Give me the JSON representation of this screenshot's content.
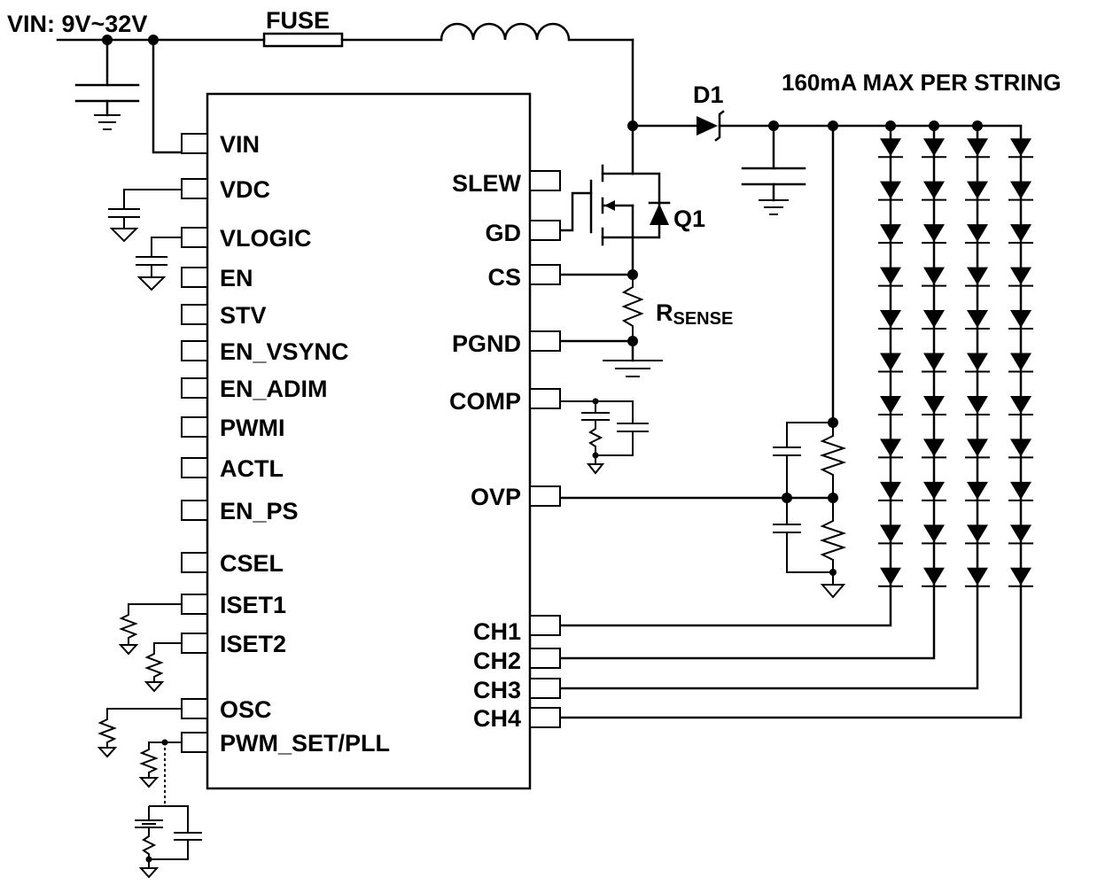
{
  "supply_label": "VIN: 9V~32V",
  "fuse_label": "FUSE",
  "diode_label": "D1",
  "mosfet_label": "Q1",
  "rsense_label": "R",
  "rsense_sub": "SENSE",
  "string_note": "160mA MAX PER STRING",
  "left_pins": [
    "VIN",
    "VDC",
    "VLOGIC",
    "EN",
    "STV",
    "EN_VSYNC",
    "EN_ADIM",
    "PWMI",
    "ACTL",
    "EN_PS",
    "CSEL",
    "ISET1",
    "ISET2",
    "OSC",
    "PWM_SET/PLL"
  ],
  "right_pins": [
    "SLEW",
    "GD",
    "CS",
    "PGND",
    "COMP",
    "OVP",
    "CH1",
    "CH2",
    "CH3",
    "CH4"
  ],
  "led_strings": 4,
  "leds_per_string": 11
}
